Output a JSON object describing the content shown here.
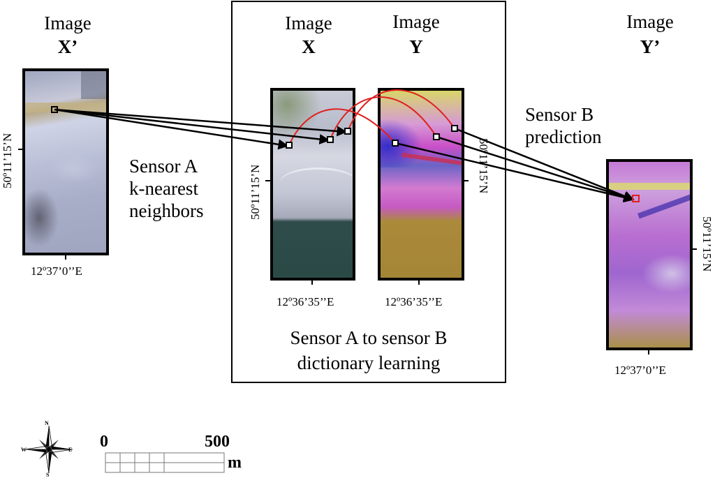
{
  "images": {
    "x_prime": {
      "heading": "Image",
      "symbol": "X’",
      "coord_lon": "12º37’0’’E",
      "coord_lat": "50º11’15’N"
    },
    "x": {
      "heading": "Image",
      "symbol": "X",
      "coord_lon": "12º36’35’’E",
      "coord_lat": "50º11’15’N"
    },
    "y": {
      "heading": "Image",
      "symbol": "Y",
      "coord_lon": "12º36’35’’E",
      "coord_lat": "50º11’15’N"
    },
    "y_prime": {
      "heading": "Image",
      "symbol": "Y’",
      "coord_lon": "12º37’0’’E",
      "coord_lat": "50º11’15’N"
    }
  },
  "annotations": {
    "knn": [
      "Sensor A",
      "k-nearest",
      "neighbors"
    ],
    "prediction": [
      "Sensor B",
      "prediction"
    ],
    "dictionary": [
      "Sensor A to sensor B",
      "dictionary learning"
    ]
  },
  "scale_bar": {
    "start": "0",
    "end": "500",
    "unit": "m"
  },
  "compass": {
    "n": "N",
    "s": "S",
    "e": "E",
    "w": "W"
  }
}
